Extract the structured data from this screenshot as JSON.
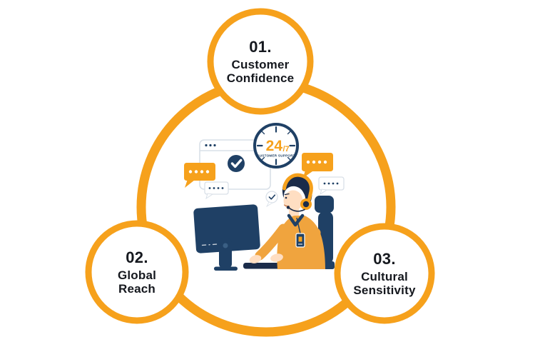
{
  "diagram": {
    "type": "three-node circular infographic around a 24/7 customer support illustration",
    "nodes": [
      {
        "number": "01.",
        "label_line1": "Customer",
        "label_line2": "Confidence"
      },
      {
        "number": "02.",
        "label_line1": "Global",
        "label_line2": "Reach"
      },
      {
        "number": "03.",
        "label_line1": "Cultural",
        "label_line2": "Sensitivity"
      }
    ],
    "clock": {
      "hours": "24",
      "per": "/7",
      "caption": "CUSTOMER SUPPORT"
    },
    "colors": {
      "accent_orange": "#F6A11C",
      "shirt_orange": "#F0A43E",
      "navy": "#1F4065",
      "dark_navy": "#1B2C4A",
      "label_text": "#15181E",
      "skin": "#FFDEC2",
      "window_border": "#D9E0E8",
      "background": "#FFFFFF"
    }
  }
}
